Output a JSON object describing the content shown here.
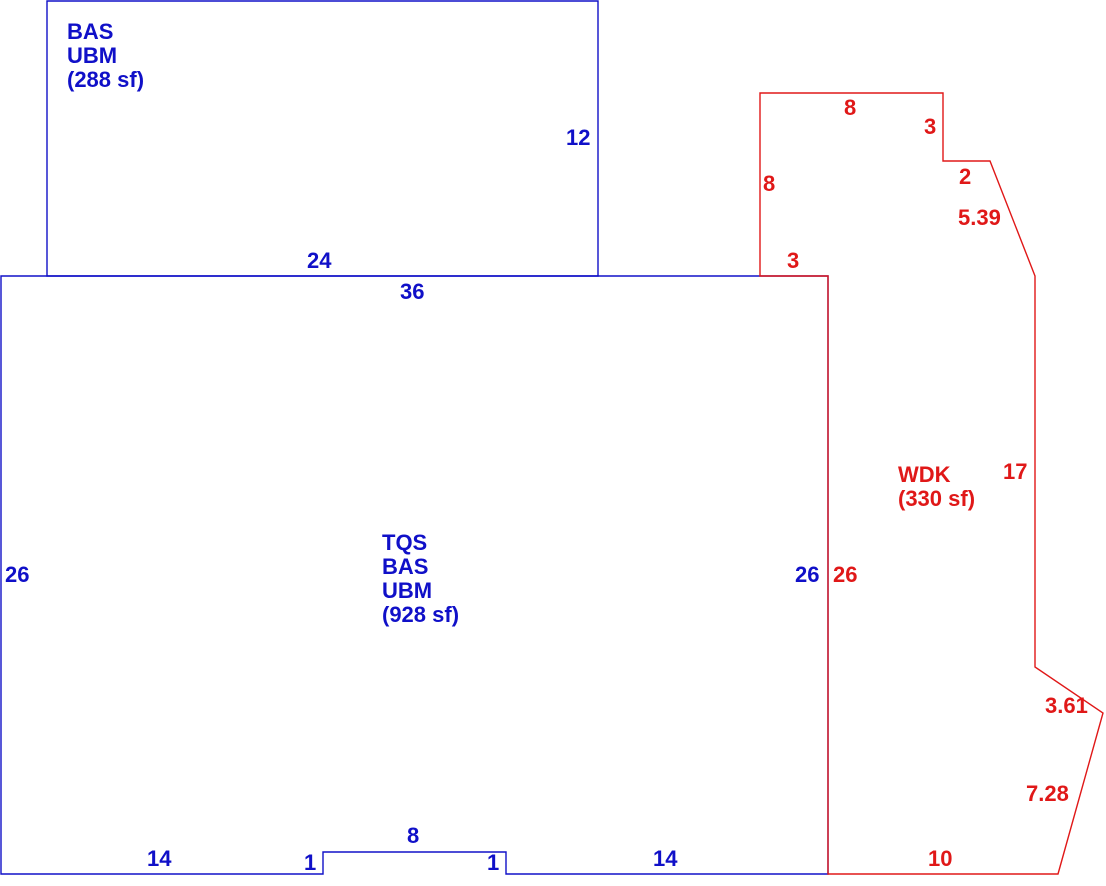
{
  "colors": {
    "living": "#1010c8",
    "deck": "#e01818",
    "background": "#ffffff"
  },
  "areas": {
    "upper": {
      "lines": [
        "BAS",
        "UBM",
        "(288 sf)"
      ]
    },
    "main": {
      "lines": [
        "TQS",
        "BAS",
        "UBM",
        "(928 sf)"
      ]
    },
    "deck": {
      "lines": [
        "WDK",
        "(330 sf)"
      ]
    }
  },
  "dimensions": {
    "upper_right": "12",
    "upper_bottom": "24",
    "main_top": "36",
    "main_left": "26",
    "main_right": "26",
    "main_bottom_left": "14",
    "notch_left": "1",
    "notch_top": "8",
    "notch_right": "1",
    "main_bottom_right": "14",
    "deck_top": "8",
    "deck_step_down": "3",
    "deck_step_right": "2",
    "deck_left_upper": "8",
    "deck_left_step": "3",
    "deck_diagonal_upper": "5.39",
    "deck_right": "17",
    "deck_left": "26",
    "deck_diagonal_lower_a": "3.61",
    "deck_diagonal_lower_b": "7.28",
    "deck_bottom": "10"
  }
}
